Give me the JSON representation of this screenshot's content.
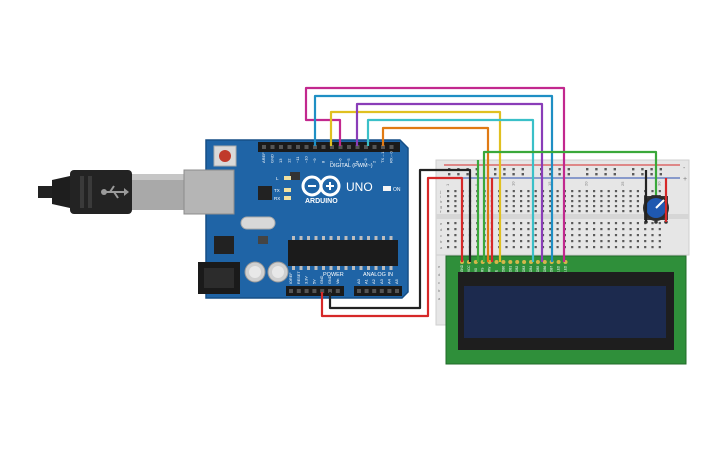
{
  "board": {
    "brand": "ARDUINO",
    "model": "UNO",
    "digital_header": "DIGITAL (PWM~)",
    "power_label": "POWER",
    "analog_label": "ANALOG IN",
    "on_label": "ON",
    "led_labels": [
      "L",
      "TX",
      "RX"
    ],
    "digital_pins": [
      "AREF",
      "GND",
      "13",
      "12",
      "~11",
      "~10",
      "~9",
      "8",
      "7",
      "~6",
      "~5",
      "4",
      "~3",
      "2",
      "TX→1",
      "RX←0"
    ],
    "power_pins": [
      "IOREF",
      "RESET",
      "3.3V",
      "5V",
      "GND",
      "GND",
      "Vin"
    ],
    "analog_pins": [
      "A0",
      "A1",
      "A2",
      "A3",
      "A4",
      "A5"
    ],
    "colors": {
      "pcb": "#1f64a6",
      "pcb_edge": "#164f86"
    }
  },
  "breadboard": {
    "column_numbers": [
      "1",
      "5",
      "10",
      "15",
      "20",
      "25",
      "30"
    ],
    "row_letters_top": [
      "j",
      "i",
      "h",
      "g",
      "f"
    ],
    "row_letters_bottom": [
      "e",
      "d",
      "c",
      "b",
      "a"
    ],
    "rail_plus": "+",
    "rail_minus": "-"
  },
  "lcd": {
    "pin_labels": [
      "GND",
      "VCC",
      "V0",
      "RS",
      "RW",
      "E",
      "DB0",
      "DB1",
      "DB2",
      "DB3",
      "DB4",
      "DB5",
      "DB6",
      "DB7",
      "LED",
      "LED"
    ],
    "colors": {
      "pcb": "#2f8f3a",
      "screen": "#1c2a4e"
    }
  },
  "wires": {
    "colors": [
      "#c2288e",
      "#1f8fc4",
      "#e0c020",
      "#8a3db8",
      "#3ac0c8",
      "#e07a14",
      "#3aa83a",
      "#222222",
      "#d62828"
    ]
  }
}
